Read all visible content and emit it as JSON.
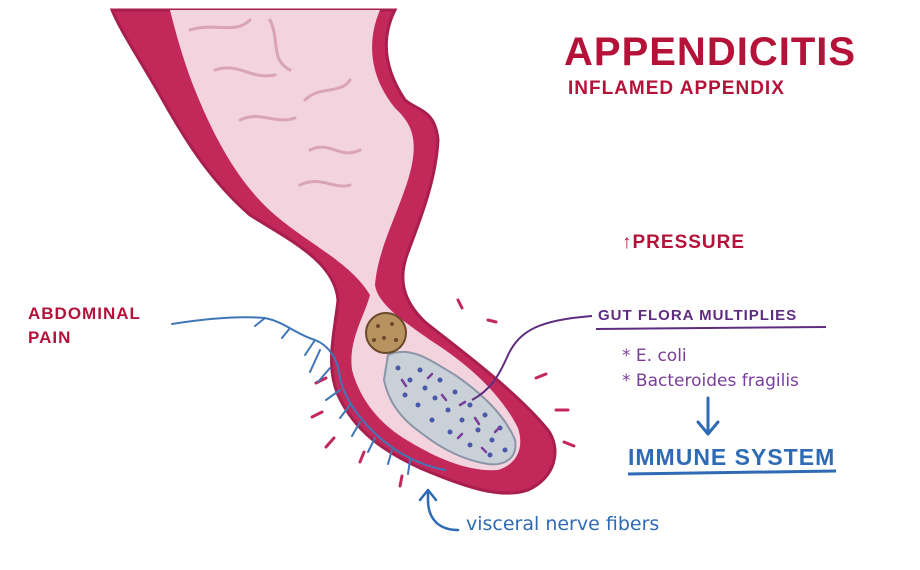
{
  "title": "APPENDICITIS",
  "subtitle": "INFLAMED APPENDIX",
  "labels": {
    "pressure": "↑PRESSURE",
    "abdominal_pain_line1": "ABDOMINAL",
    "abdominal_pain_line2": "PAIN",
    "gut_flora": "GUT FLORA MULTIPLIES",
    "bacteria_1": "* E. coli",
    "bacteria_2": "* Bacteroides fragilis",
    "immune_system": "IMMUNE SYSTEM",
    "visceral_nerve": "visceral nerve fibers"
  },
  "colors": {
    "title_red": "#b5123a",
    "intestine_wall": "#c2285a",
    "intestine_inner": "#f2d3de",
    "flora_purple": "#5e2d80",
    "bacteria_purple": "#7a3d99",
    "nerve_blue": "#2f6ab5",
    "fecalith": "#b8935f"
  }
}
